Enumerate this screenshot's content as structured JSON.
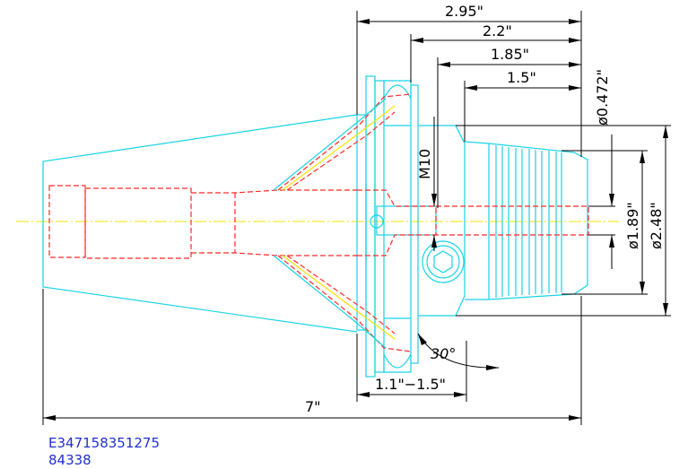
{
  "dimensions": {
    "overall_length": "7\"",
    "length_2_95": "2.95\"",
    "length_2_2": "2.2\"",
    "length_1_85": "1.85\"",
    "length_1_5": "1.5\"",
    "range": "1.1\"−1.5\"",
    "dia_0_472": "ø0.472\"",
    "dia_1_89": "ø1.89\"",
    "dia_2_48": "ø2.48\"",
    "thread": "M10",
    "angle": "30°"
  },
  "part_code": {
    "line1": "E347158351275",
    "line2": "84338"
  },
  "colors": {
    "outline": "#19d3e6",
    "hidden": "#ff2a2a",
    "centerline": "#f2e600",
    "dimension": "#000000",
    "code_text": "#1f2fd0"
  }
}
